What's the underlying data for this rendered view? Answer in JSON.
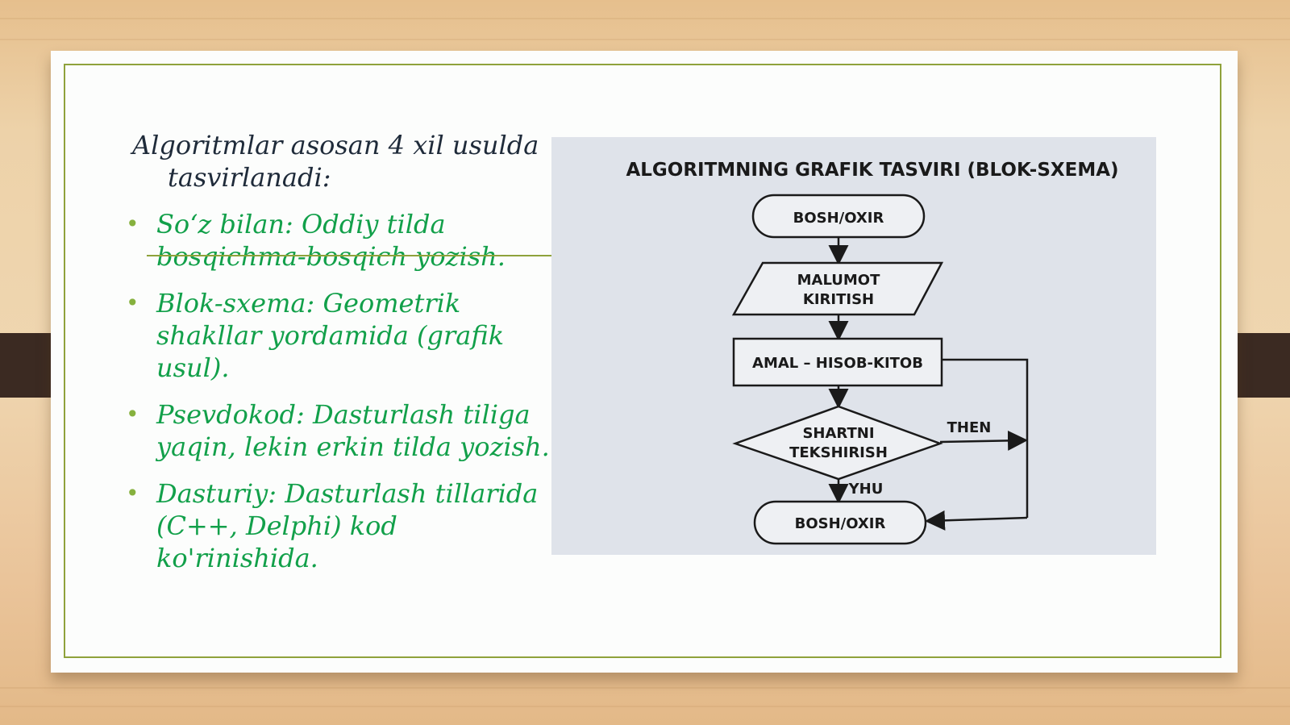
{
  "intro": {
    "line1": "Algoritmlar asosan 4 xil usulda",
    "line2": "tasvirlanadi:"
  },
  "bullets": [
    {
      "line1": "So‘z bilan: Oddiy tilda",
      "line2": "bosqichma-bosqich yozish."
    },
    {
      "line1": "Blok-sxema: Geometrik",
      "line2": "shakllar yordamida (grafik",
      "line3": "usul)."
    },
    {
      "line1": "Psevdokod: Dasturlash tiliga",
      "line2": "yaqin, lekin erkin tilda yozish."
    },
    {
      "line1": "Dasturiy: Dasturlash tillarida",
      "line2": "(C++, Delphi) kod ko'rinishida."
    }
  ],
  "diagram": {
    "title": "ALGORITMNING GRAFIK TASVIRI (BLOK-SXEMA)",
    "start_label": "BOSH/OXIR",
    "input_line1": "MALUMOT",
    "input_line2": "KIRITISH",
    "process_label": "AMAL – HISOB-KITOB",
    "decision_line1": "SHARTNI",
    "decision_line2": "TEKSHIRISH",
    "then_label": "THEN",
    "yhu_label": "YHU",
    "end_label": "BOSH/OXIR"
  },
  "colors": {
    "accent_green": "#12a04a",
    "frame_green": "#8fa23b",
    "diagram_bg": "#dfe3ea"
  }
}
